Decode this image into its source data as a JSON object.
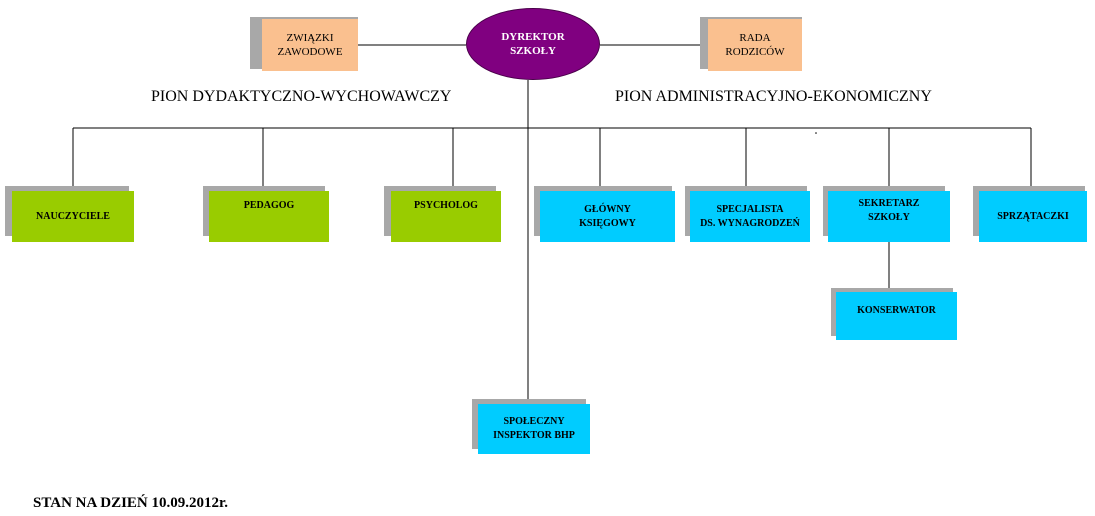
{
  "director": "DYREKTOR\nSZKOŁY",
  "unions": "ZWIĄZKI\nZAWODOWE",
  "parents_council": "RADA\nRODZICÓW",
  "pion_left": "PION DYDAKTYCZNO-WYCHOWAWCZY",
  "pion_right": "PION ADMINISTRACYJNO-EKONOMICZNY",
  "teaching_units": {
    "nauczyciele": "NAUCZYCIELE",
    "pedagog": "PEDAGOG",
    "psycholog": "PSYCHOLOG"
  },
  "admin_units": {
    "glowny_ksiegowy": "GŁÓWNY\nKSIĘGOWY",
    "specjalista": "SPECJALISTA\nDS. WYNAGRODZEŃ",
    "sekretarz": "SEKRETARZ\nSZKOŁY",
    "sprzataczki": "SPRZĄTACZKI",
    "konserwator": "KONSERWATOR"
  },
  "inspector": "SPOŁECZNY\nINSPEKTOR BHP",
  "footer": "STAN NA DZIEŃ 10.09.2012r.",
  "colors": {
    "director": "#800080",
    "teaching": "#99cc00",
    "admin": "#00ccff",
    "external": "#fac08f",
    "shadow": "#a8a8a8"
  }
}
